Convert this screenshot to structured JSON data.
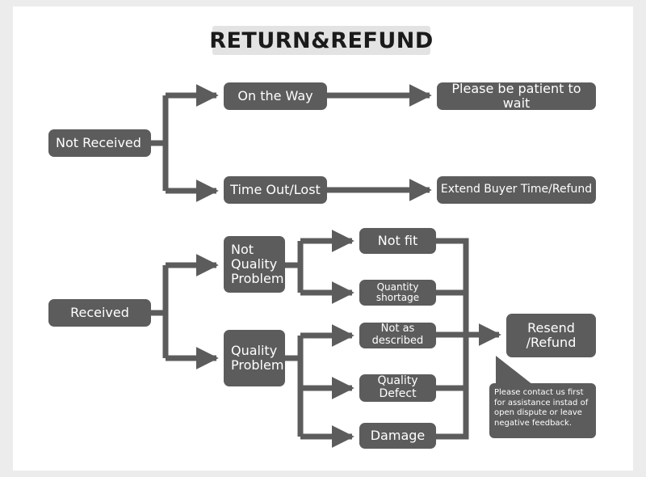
{
  "title": "RETURN&REFUND",
  "nodes": {
    "not_received": "Not Received",
    "on_the_way": "On the Way",
    "patient": "Please be patient to wait",
    "timeout_lost": "Time Out/Lost",
    "extend": "Extend Buyer Time/Refund",
    "received": "Received",
    "not_quality": "Not Quality Problem",
    "quality": "Quality Problem",
    "not_fit": "Not fit",
    "quantity_shortage": "Quantity shortage",
    "not_as_described": "Not as described",
    "quality_defect": "Quality Defect",
    "damage": "Damage",
    "resend_refund": "Resend /Refund"
  },
  "note": "Please contact us first for assistance instad of open dispute or leave negative feedback.",
  "colors": {
    "node_fill": "#5c5c5c",
    "connector": "#5c5c5c",
    "title_bg": "#e3e3e3",
    "background": "#ffffff"
  }
}
